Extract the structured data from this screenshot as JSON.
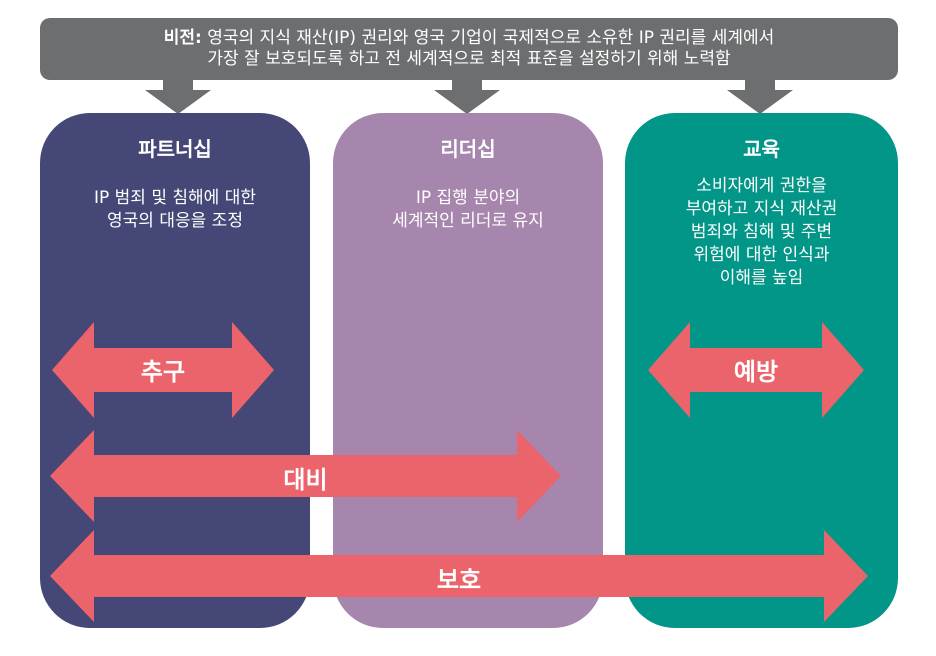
{
  "vision": {
    "label": "비전:",
    "line1_rest": " 영국의 지식 재산(IP) 권리와 영국 기업이 국제적으로 소유한 IP 권리를 세계에서",
    "line2": "가장 잘 보호되도록 하고 전 세계적으로 최적 표준을 설정하기 위해 노력함"
  },
  "columns": {
    "partnership": {
      "title": "파트너십",
      "desc_line1": "IP 범죄 및 침해에 대한",
      "desc_line2": "영국의 대응을 조정"
    },
    "leadership": {
      "title": "리더십",
      "desc_line1": "IP 집행 분야의",
      "desc_line2": "세계적인 리더로 유지"
    },
    "education": {
      "title": "교육",
      "desc_line1": "소비자에게 권한을",
      "desc_line2": "부여하고 지식 재산권",
      "desc_line3": "범죄와 침해 및 주변",
      "desc_line4": "위험에 대한 인식과",
      "desc_line5": "이해를 높임"
    }
  },
  "arrows": {
    "pursue": "추구",
    "prevent": "예방",
    "prepare": "대비",
    "protect": "보호"
  },
  "colors": {
    "vision_bg": "#6d6e70",
    "partnership": "#454877",
    "leadership": "#a786ad",
    "education": "#029688",
    "arrow": "#eb636b"
  }
}
